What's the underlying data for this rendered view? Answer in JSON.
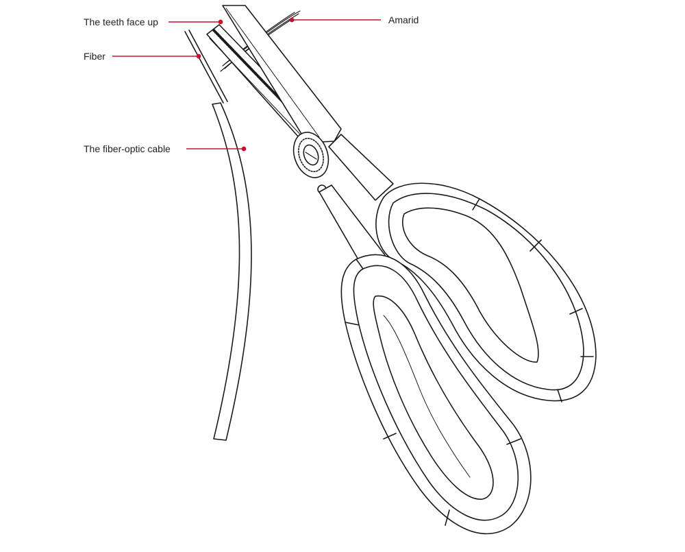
{
  "diagram": {
    "subject": "fiber-optic cable and aramid cutting scissors",
    "labels": {
      "teeth": "The teeth face up",
      "fiber": "Fiber",
      "cable": "The fiber-optic cable",
      "amarid": "Amarid"
    }
  },
  "colors": {
    "leader": "#c8102e",
    "outline": "#1a1a1a",
    "background": "#ffffff"
  }
}
